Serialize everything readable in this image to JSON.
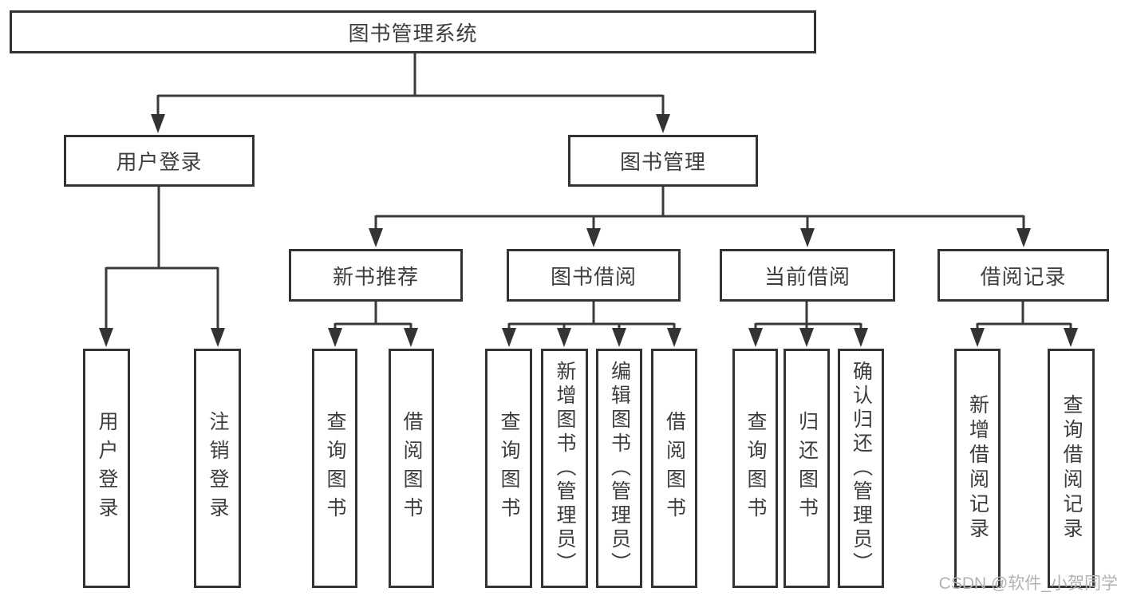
{
  "tree": {
    "root": "图书管理系统",
    "user_branch": {
      "label": "用户登录",
      "children": [
        "用户登录",
        "注销登录"
      ]
    },
    "book_branch": {
      "label": "图书管理",
      "sections": [
        {
          "label": "新书推荐",
          "children": [
            "查询图书",
            "借阅图书"
          ]
        },
        {
          "label": "图书借阅",
          "children": [
            "查询图书",
            "新增图书（管理员）",
            "编辑图书（管理员）",
            "借阅图书"
          ]
        },
        {
          "label": "当前借阅",
          "children": [
            "查询图书",
            "归还图书",
            "确认归还（管理员）"
          ]
        },
        {
          "label": "借阅记录",
          "children": [
            "新增借阅记录",
            "查询借阅记录"
          ]
        }
      ]
    }
  },
  "watermark": "CSDN @软件_小贺同学",
  "colors": {
    "line": "#3a3a3a",
    "arrow": "#333333",
    "border": "#333333",
    "text": "#3d3d3d",
    "watermark_text": "#b2b2b2"
  }
}
